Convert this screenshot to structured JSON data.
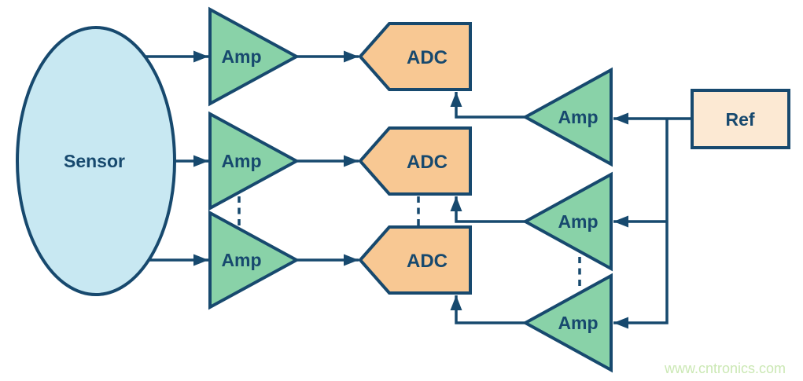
{
  "diagram": {
    "sensor": {
      "label": "Sensor"
    },
    "left_amps": [
      {
        "label": "Amp"
      },
      {
        "label": "Amp"
      },
      {
        "label": "Amp"
      }
    ],
    "adcs": [
      {
        "label": "ADC"
      },
      {
        "label": "ADC"
      },
      {
        "label": "ADC"
      }
    ],
    "right_amps": [
      {
        "label": "Amp"
      },
      {
        "label": "Amp"
      },
      {
        "label": "Amp"
      }
    ],
    "ref": {
      "label": "Ref"
    },
    "watermark": "www.cntronics.com",
    "colors": {
      "outline": "#17496e",
      "sensor_fill": "#c8e8f2",
      "amp_fill": "#89d2a8",
      "adc_fill": "#f8c893",
      "ref_fill": "#fce9d3",
      "watermark_text": "#cbe8b4"
    }
  }
}
